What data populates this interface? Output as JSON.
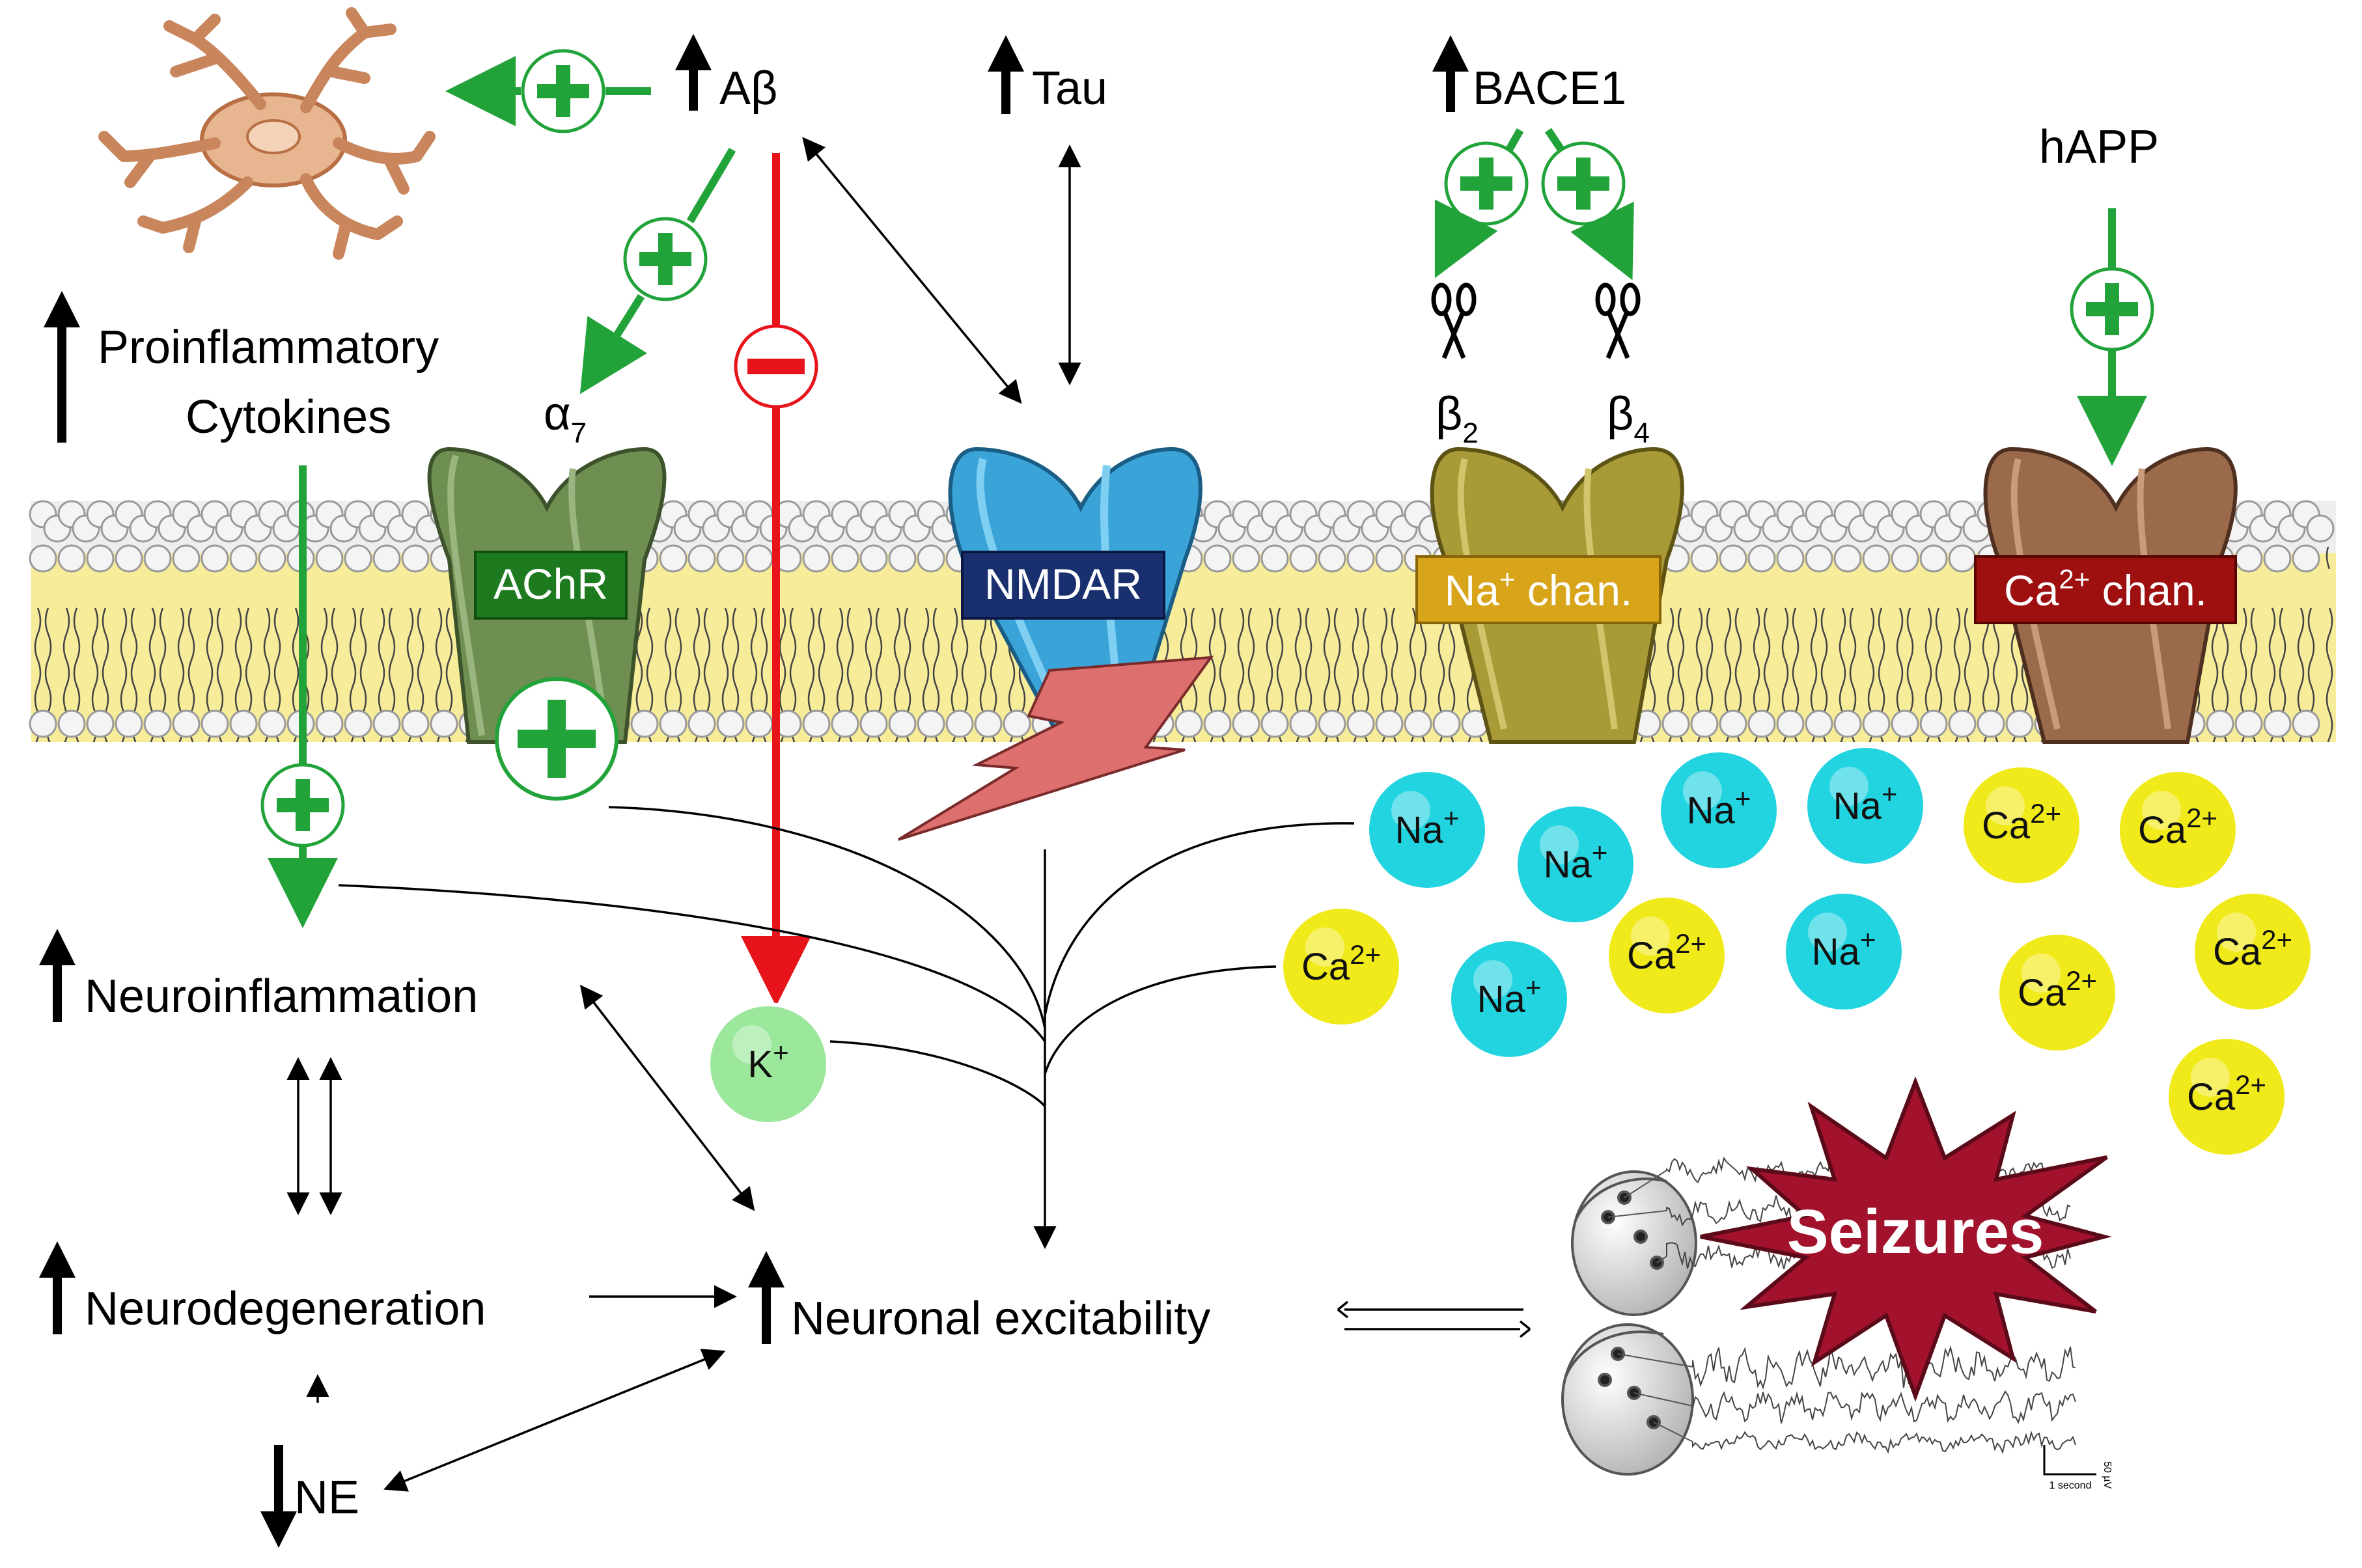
{
  "labels": {
    "abeta": "Aβ",
    "tau": "Tau",
    "bace1": "BACE1",
    "happ": "hAPP",
    "cytokines_line1": "Proinflammatory",
    "cytokines_line2": "Cytokines",
    "alpha7_base": "α",
    "alpha7_sub": "7",
    "beta2_base": "β",
    "beta2_sub": "2",
    "beta4_base": "β",
    "beta4_sub": "4",
    "neuroinflammation": "Neuroinflammation",
    "neurodegeneration": "Neurodegeneration",
    "ne": "NE",
    "neuronal_excitability": "Neuronal excitability",
    "seizures": "Seizures"
  },
  "channels": {
    "achr": "AChR",
    "nmdar": "NMDAR",
    "na_base": "Na",
    "na_sup": "+",
    "na_rest": " chan.",
    "ca_base": "Ca",
    "ca_sup": "2+",
    "ca_rest": " chan."
  },
  "ions": {
    "na_base": "Na",
    "na_sup": "+",
    "ca_base": "Ca",
    "ca_sup": "2+",
    "k_base": "K",
    "k_sup": "+"
  },
  "eeg": {
    "scale_time": "1 second",
    "scale_volt": "50 µV"
  },
  "colors": {
    "green": "#22a33a",
    "red": "#e8141c",
    "achr": "#6f8f52",
    "nmdar": "#3aa3d8",
    "na_chan": "#a89a36",
    "ca_chan": "#9a6a4a",
    "na_ion": "#22d3e0",
    "ca_ion": "#f1ea1a",
    "k_ion": "#9be79b",
    "seizure": "#a3122c"
  }
}
